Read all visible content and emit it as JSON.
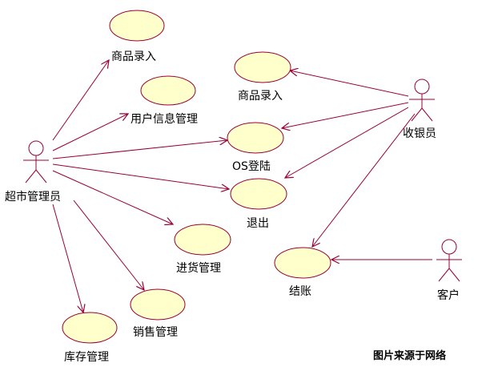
{
  "actors": {
    "admin": "超市管理员",
    "cashier": "收银员",
    "customer": "客户"
  },
  "use_cases": {
    "admin_product_entry": "商品录入",
    "user_info": "用户信息管理",
    "os_login": "OS登陆",
    "logout": "退出",
    "purchase": "进货管理",
    "sales": "销售管理",
    "inventory": "库存管理",
    "cashier_product_entry": "商品录入",
    "checkout": "结账"
  },
  "watermark": "图片来源于网络",
  "colors": {
    "ellipse_fill": "#ffffcc",
    "ellipse_stroke": "#990033",
    "line": "#990033",
    "actor": "#990033",
    "text": "#000000"
  }
}
